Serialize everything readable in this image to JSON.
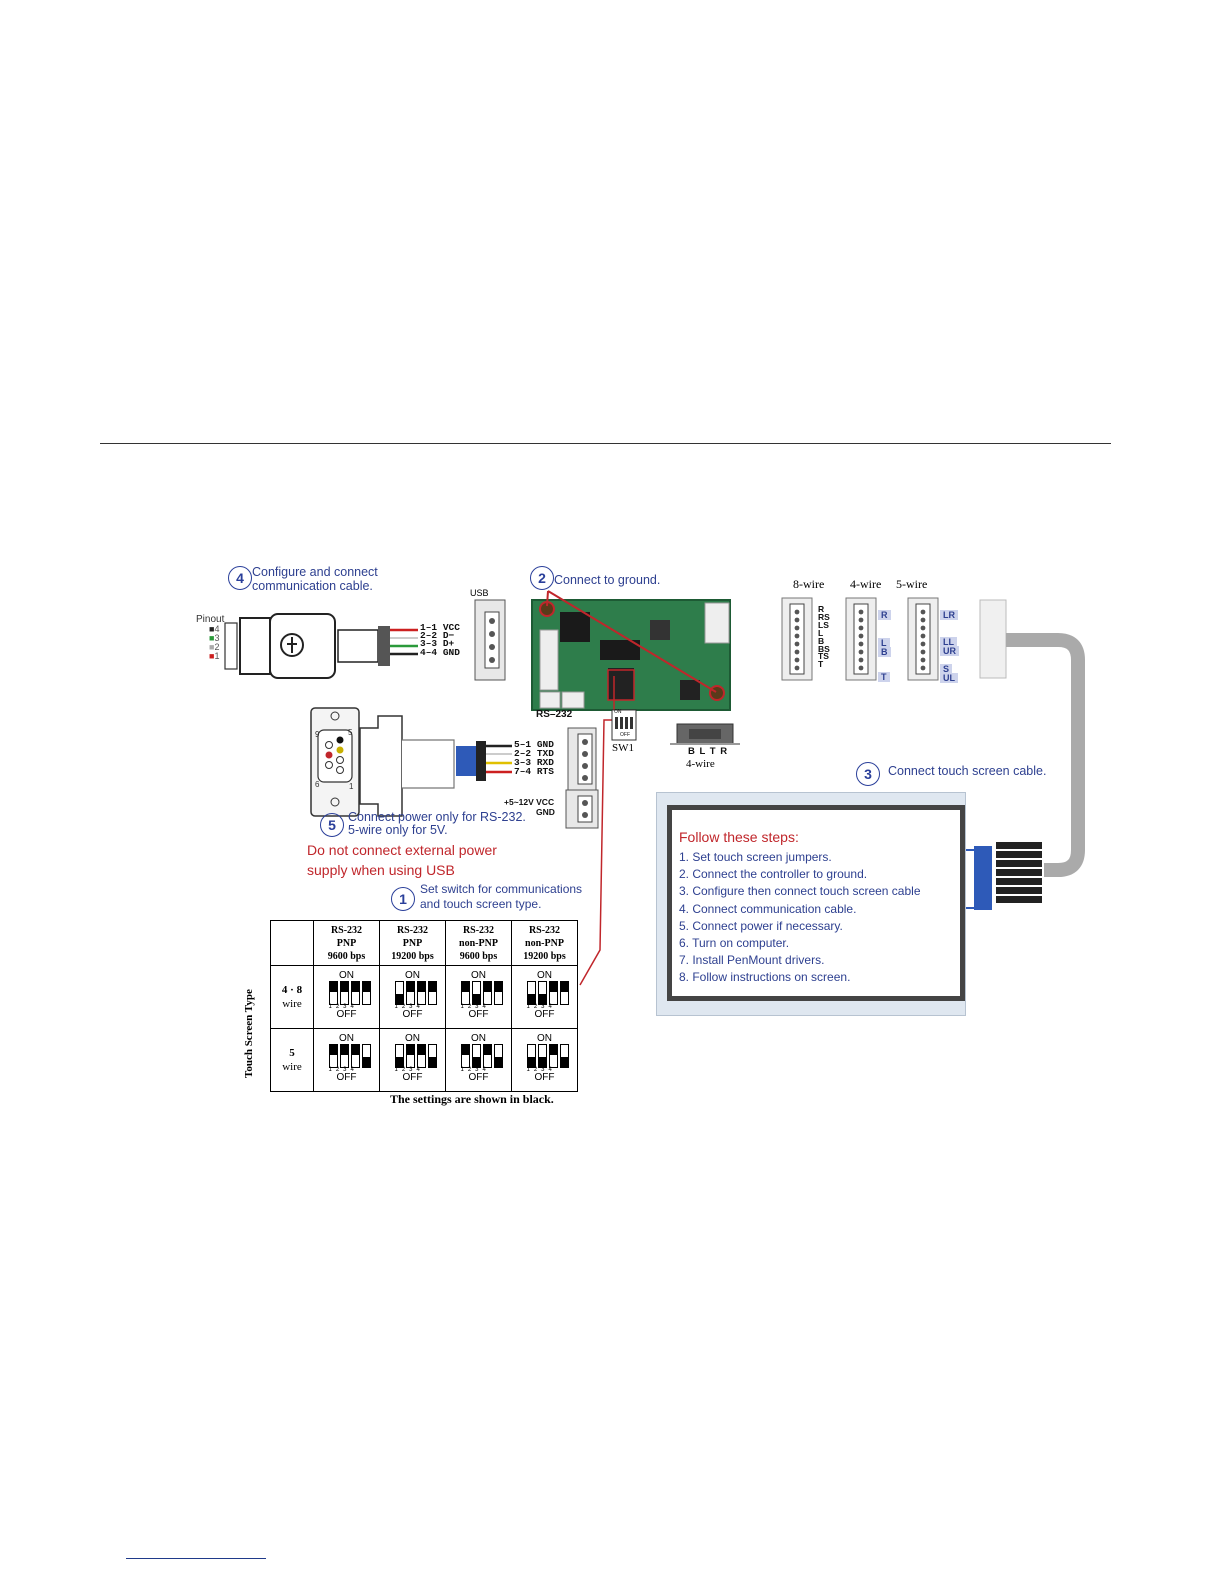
{
  "step4": {
    "num": "4",
    "line1": "Configure and connect",
    "line2": "communication cable."
  },
  "step2": {
    "num": "2",
    "text": "Connect to ground."
  },
  "step3": {
    "num": "3",
    "text": "Connect touch screen cable."
  },
  "step5": {
    "num": "5",
    "line1": "Connect power only for RS-232.",
    "line2": "5-wire only for 5V."
  },
  "step1": {
    "num": "1",
    "line1": "Set switch for communications",
    "line2": "and touch screen type."
  },
  "usb": {
    "label": "USB",
    "pinout_label": "Pinout",
    "pinout": [
      "4",
      "3",
      "2",
      "1"
    ],
    "pins": [
      {
        "map": "1–1",
        "signal": "VCC"
      },
      {
        "map": "2–2",
        "signal": "D−"
      },
      {
        "map": "3–3",
        "signal": "D+"
      },
      {
        "map": "4–4",
        "signal": "GND"
      }
    ]
  },
  "rs232": {
    "label": "RS–232",
    "pins": [
      {
        "map": "5–1",
        "signal": "GND"
      },
      {
        "map": "2–2",
        "signal": "TXD"
      },
      {
        "map": "3–3",
        "signal": "RXD"
      },
      {
        "map": "7–4",
        "signal": "RTS"
      }
    ],
    "db9_nums": {
      "tl": "9",
      "tr": "5",
      "bl": "6",
      "br": "1"
    },
    "power": {
      "line1": "+5~12V VCC",
      "line2": "GND"
    }
  },
  "board": {
    "sw_label": "SW1",
    "sw_on": "ON",
    "sw_off": "OFF",
    "bltr": "B L T R",
    "bltr_sub": "4-wire"
  },
  "warning": {
    "line1": "Do not connect external power",
    "line2": "supply when using USB"
  },
  "connectors": {
    "wire8": {
      "title": "8-wire",
      "pins": [
        "R",
        "RS",
        "LS",
        "L",
        "B",
        "BS",
        "TS",
        "T"
      ]
    },
    "wire4": {
      "title": "4-wire",
      "pins": [
        "R",
        "L",
        "B",
        "T"
      ]
    },
    "wire5": {
      "title": "5-wire",
      "pins": [
        "LR",
        "LL",
        "UR",
        "S",
        "UL"
      ]
    }
  },
  "steps": {
    "title": "Follow these steps:",
    "items": [
      "1. Set touch screen jumpers.",
      "2. Connect the controller to ground.",
      "3. Configure then connect touch screen cable",
      "4. Connect communication cable.",
      "5. Connect power if necessary.",
      "6. Turn on computer.",
      "7. Install PenMount drivers.",
      "8. Follow instructions on screen."
    ]
  },
  "switch_table": {
    "row_axis_label": "Touch Screen Type",
    "columns": [
      {
        "l1": "RS-232",
        "l2": "PNP",
        "l3": "9600 bps"
      },
      {
        "l1": "RS-232",
        "l2": "PNP",
        "l3": "19200 bps"
      },
      {
        "l1": "RS-232",
        "l2": "non-PNP",
        "l3": "9600 bps"
      },
      {
        "l1": "RS-232",
        "l2": "non-PNP",
        "l3": "19200 bps"
      }
    ],
    "rows": [
      {
        "l1": "4 · 8",
        "l2": "wire"
      },
      {
        "l1": "5",
        "l2": "wire"
      }
    ],
    "on_label": "ON",
    "off_label": "OFF",
    "switch_numbers": "1234",
    "settings": [
      [
        [
          "on",
          "on",
          "on",
          "on"
        ],
        [
          "off",
          "on",
          "on",
          "on"
        ],
        [
          "on",
          "off",
          "on",
          "on"
        ],
        [
          "off",
          "off",
          "on",
          "on"
        ]
      ],
      [
        [
          "on",
          "on",
          "on",
          "off"
        ],
        [
          "off",
          "on",
          "on",
          "off"
        ],
        [
          "on",
          "off",
          "on",
          "off"
        ],
        [
          "off",
          "off",
          "on",
          "off"
        ]
      ]
    ],
    "caption": "The settings are shown in black."
  }
}
